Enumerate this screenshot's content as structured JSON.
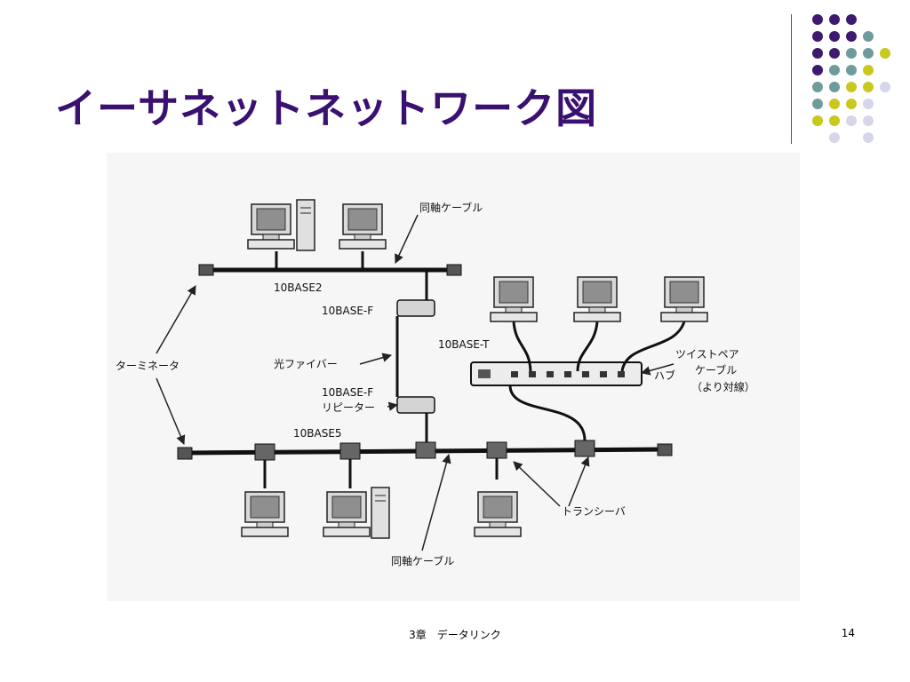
{
  "slide": {
    "title": "イーサネットネットワーク図",
    "footer": "3章　データリンク",
    "page_number": "14",
    "colors": {
      "title": "#3a1070",
      "dot_purple": "#3d1a6e",
      "dot_teal": "#6e9c9c",
      "dot_yellow": "#c8c81e",
      "dot_lavender": "#d6d6ea"
    }
  },
  "diagram": {
    "labels": {
      "coax_top": "同軸ケーブル",
      "base2": "10BASE2",
      "basef_top": "10BASE-F",
      "terminator": "ターミネータ",
      "fiber": "光ファイバー",
      "basef_bottom": "10BASE-F",
      "repeater": "リピーター",
      "base5": "10BASE5",
      "baset": "10BASE-T",
      "hub": "ハブ",
      "twisted_1": "ツイストペア",
      "twisted_2": "ケーブル",
      "twisted_3": "（より対線）",
      "transceiver": "トランシーバ",
      "coax_bottom": "同軸ケーブル"
    }
  }
}
